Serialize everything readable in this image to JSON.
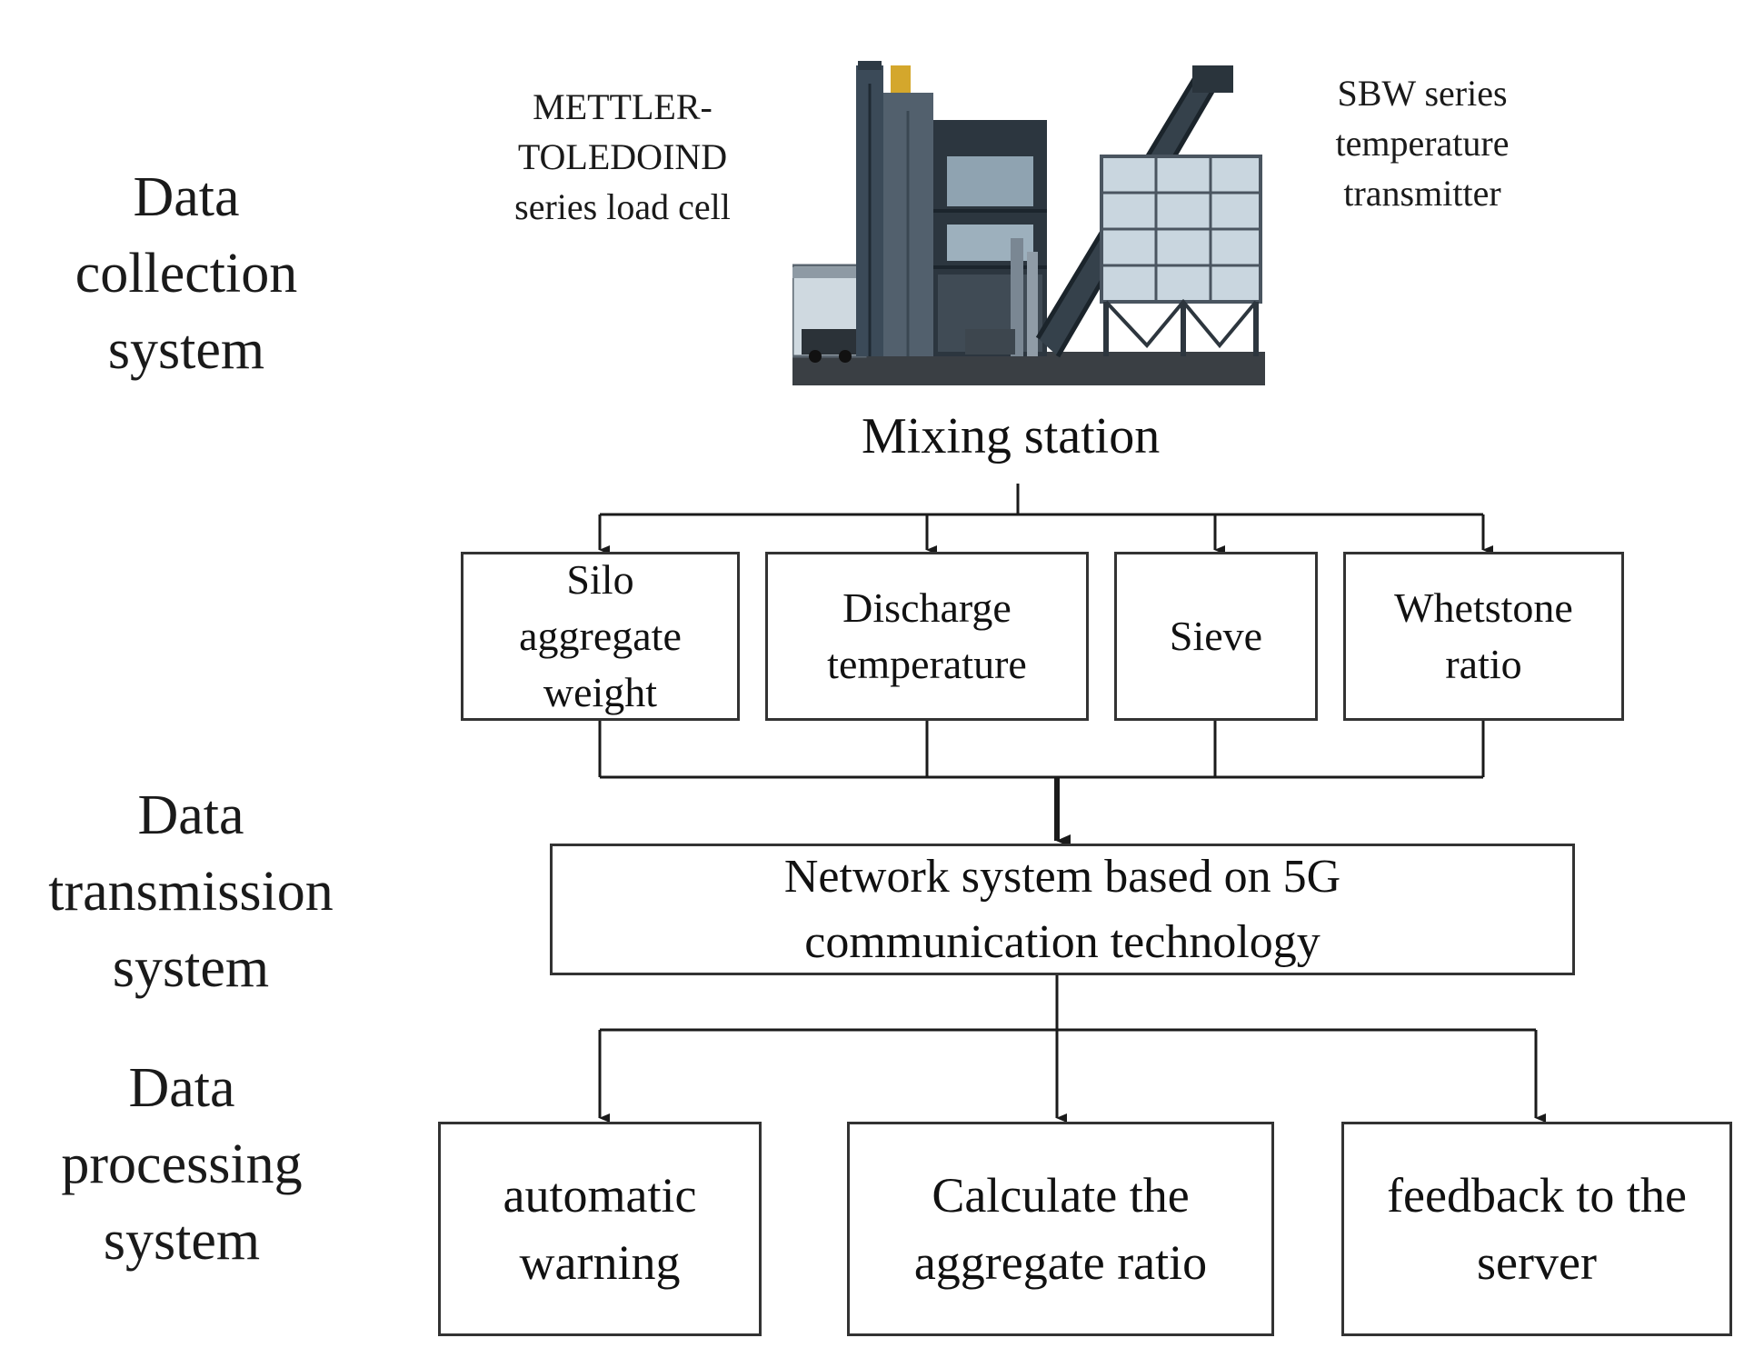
{
  "systems": {
    "collection": [
      "Data",
      "collection",
      "system"
    ],
    "transmission": [
      "Data",
      "transmission",
      "system"
    ],
    "processing": [
      "Data",
      "processing",
      "system"
    ]
  },
  "sensors": {
    "load_cell": [
      "METTLER-",
      "TOLEDOIND",
      "series load cell"
    ],
    "temperature": [
      "SBW series",
      "temperature",
      "transmitter"
    ]
  },
  "station": {
    "image_name": "mixing-station-photo",
    "title": "Mixing station"
  },
  "data_boxes": [
    [
      "Silo",
      "aggregate",
      "weight"
    ],
    [
      "Discharge",
      "temperature"
    ],
    [
      "Sieve"
    ],
    [
      "Whetstone",
      "ratio"
    ]
  ],
  "network": [
    "Network system based on 5G",
    "communication technology"
  ],
  "processing_boxes": [
    [
      "automatic",
      "warning"
    ],
    [
      "Calculate the",
      "aggregate ratio"
    ],
    [
      "feedback to the",
      "server"
    ]
  ],
  "colors": {
    "line": "#1a1a1a",
    "box_border": "#333333",
    "plant_steel": "#4a5560",
    "plant_panel": "#c9d6df"
  }
}
